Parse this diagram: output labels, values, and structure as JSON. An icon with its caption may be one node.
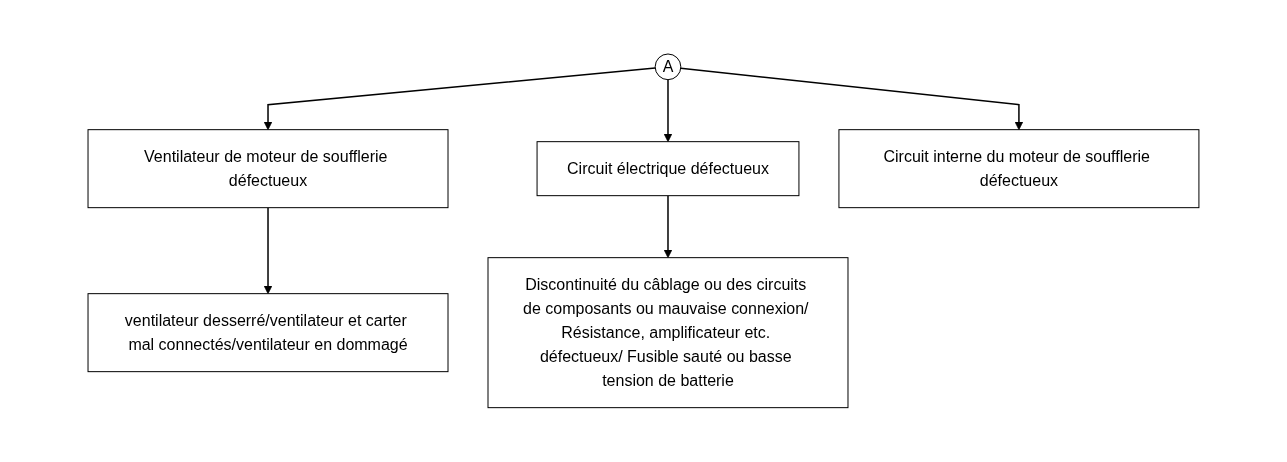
{
  "diagram": {
    "nodes": [
      {
        "text": [
          "A"
        ]
      },
      {
        "text": [
          "Ventilateur de moteur de soufflerie défectueux"
        ]
      },
      {
        "text": [
          "Circuit électrique défectueux"
        ]
      },
      {
        "text": [
          "Circuit interne du moteur de soufflerie défectueux"
        ]
      },
      {
        "text": [
          "ventilateur desserré/ventilateur et carter mal connectés/ventilateur en dommagé"
        ]
      },
      {
        "text": [
          "Discontinuité du câblage ou des circuits de composants ou mauvaise connexion/ Résistance, amplificateur etc. défectueux/ Fusible sauté ou basse tension de batterie"
        ]
      }
    ],
    "edges": [
      {
        "from": 0,
        "to": 1,
        "arrow": "to"
      },
      {
        "from": 0,
        "to": 2,
        "arrow": "to"
      },
      {
        "from": 0,
        "to": 3,
        "arrow": "to"
      },
      {
        "from": 1,
        "to": 4,
        "arrow": "to"
      },
      {
        "from": 2,
        "to": 5,
        "arrow": "to"
      }
    ]
  }
}
